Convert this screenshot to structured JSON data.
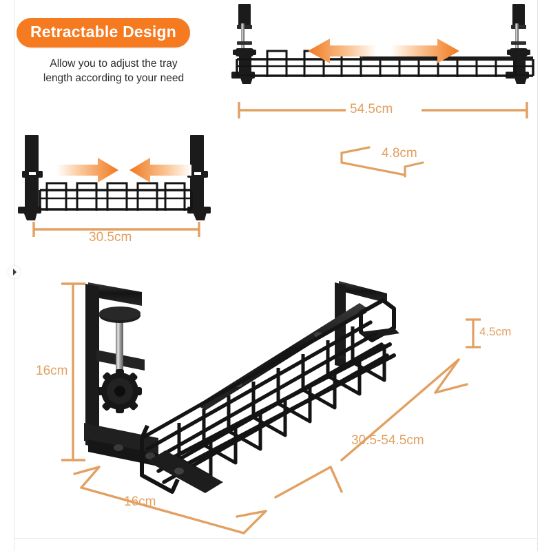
{
  "header": {
    "badge_label": "Retractable Design",
    "badge_color": "#f57a20",
    "subtitle_line1": "Allow you to adjust the tray",
    "subtitle_line2": "length according to your need",
    "subtitle": "Allow you to adjust the tray length according to your need"
  },
  "palette": {
    "badge_orange": "#f57a20",
    "dimension_orange": "#e2a061",
    "arrow_orange": "#f0791f",
    "product_black": "#1b1b1b",
    "background": "#ffffff",
    "frame_line": "#e3e6e8"
  },
  "panels": {
    "extended": {
      "name": "extended-tray-diagram",
      "dimension_label": "54.5cm",
      "arrow_direction": "outward",
      "state": "extended"
    },
    "retracted": {
      "name": "retracted-tray-diagram",
      "dimension_label": "30.5cm",
      "arrow_direction": "inward",
      "state": "retracted"
    }
  },
  "hero": {
    "name": "main-product-photo",
    "dimensions": {
      "clamp_depth": "4.8cm",
      "height": "16cm",
      "tray_height": "4.5cm",
      "length_range": "30.5-54.5cm",
      "depth": "16cm"
    }
  },
  "measurements": [
    {
      "label": "4.8cm",
      "describes": "clamp-hook-depth"
    },
    {
      "label": "16cm",
      "describes": "overall-height"
    },
    {
      "label": "4.5cm",
      "describes": "tray-basket-height"
    },
    {
      "label": "30.5-54.5cm",
      "describes": "adjustable-tray-length"
    },
    {
      "label": "16cm",
      "describes": "tray-depth"
    },
    {
      "label": "54.5cm",
      "describes": "extended-length"
    },
    {
      "label": "30.5cm",
      "describes": "retracted-length"
    }
  ]
}
